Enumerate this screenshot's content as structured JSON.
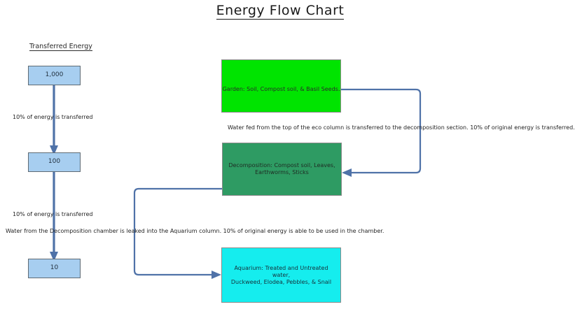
{
  "page": {
    "title": "Energy Flow Chart",
    "background_color": "#ffffff"
  },
  "legend": {
    "heading": "Transferred Energy"
  },
  "colors": {
    "energy_box": "#A7CEF0",
    "garden_box": "#00E400",
    "decomposition_box": "#2E9B63",
    "aquarium_box": "#15EDEE",
    "connector": "#4F72A8",
    "box_border": "#8a8a8a"
  },
  "energy_chain": {
    "nodes": [
      {
        "value": "1,000"
      },
      {
        "value": "100"
      },
      {
        "value": "10"
      }
    ],
    "transitions": [
      {
        "label": "10% of energy is transferred"
      },
      {
        "label": "10% of energy is transferred"
      }
    ]
  },
  "eco_column": {
    "nodes": [
      {
        "id": "garden",
        "label": "Garden: Soil, Compost soil, & Basil Seeds."
      },
      {
        "id": "decomposition",
        "line1": "Decomposition: Compost soil, Leaves,",
        "line2": "Earthworms, Sticks"
      },
      {
        "id": "aquarium",
        "line1": "Aquarium: Treated and Untreated water,",
        "line2": "Duckweed, Elodea, Pebbles, & Snail"
      }
    ],
    "captions": [
      {
        "id": "garden-to-decomposition",
        "text": "Water fed from the top of the eco column is transferred to the decomposition section. 10% of original energy is transferred."
      },
      {
        "id": "decomposition-to-aquarium",
        "text": "Water from the Decomposition chamber is leaked into the Aquarium column. 10% of original energy is able to be used in the chamber."
      }
    ]
  },
  "chart_data": {
    "type": "diagram",
    "title": "Energy Flow Chart",
    "categories": [
      "1,000",
      "100",
      "10"
    ],
    "values": [
      1000,
      100,
      10
    ],
    "ylabel": "Transferred Energy",
    "annotations": [
      "10% of energy is transferred",
      "10% of energy is transferred",
      "Water fed from the top of the eco column is transferred to the decomposition section. 10% of original energy is transferred.",
      "Water from the Decomposition chamber is leaked into the Aquarium column. 10% of original energy is able to be used in the chamber."
    ],
    "stages": [
      {
        "name": "Garden",
        "contents": "Soil, Compost soil, & Basil Seeds.",
        "energy": 1000
      },
      {
        "name": "Decomposition",
        "contents": "Compost soil, Leaves, Earthworms, Sticks",
        "energy": 100
      },
      {
        "name": "Aquarium",
        "contents": "Treated and Untreated water, Duckweed, Elodea, Pebbles, & Snail",
        "energy": 10
      }
    ]
  }
}
